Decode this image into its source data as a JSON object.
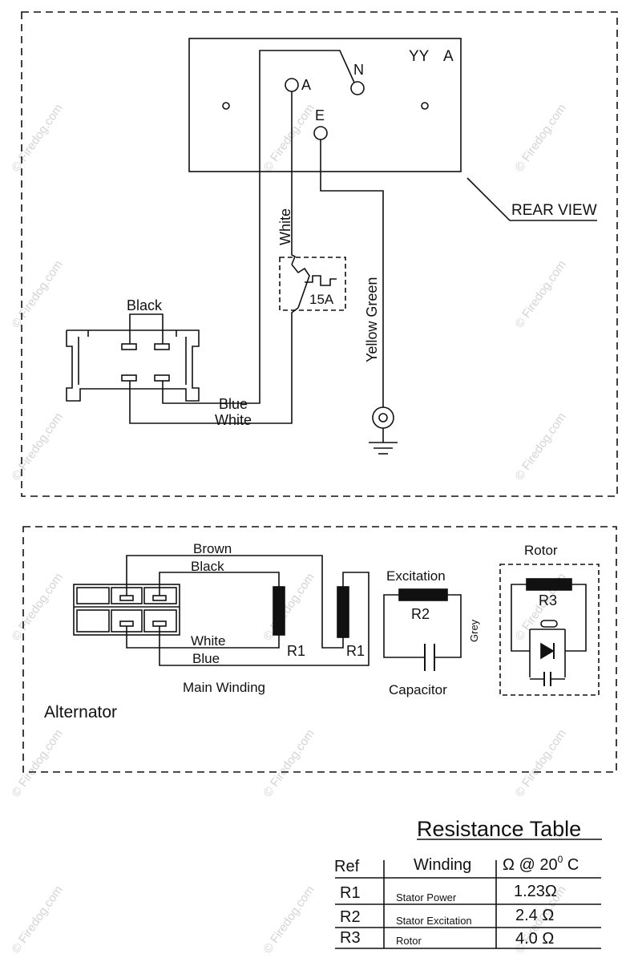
{
  "watermark": "© Firedog.com",
  "rear_view": {
    "title": "REAR VIEW",
    "yy": "YY",
    "a_top": "A",
    "terminal_n": "N",
    "terminal_a": "A",
    "terminal_e": "E",
    "wire_white": "White",
    "breaker": "15A",
    "wire_yellow_green": "Yellow Green",
    "wire_black": "Black",
    "wire_blue": "Blue",
    "wire_white_bottom": "White"
  },
  "alternator": {
    "title": "Alternator",
    "wire_brown": "Brown",
    "wire_black": "Black",
    "wire_white": "White",
    "wire_blue": "Blue",
    "main_winding": "Main Winding",
    "r1_left": "R1",
    "r1_right": "R1",
    "excitation": "Excitation",
    "r2": "R2",
    "grey": "Grey",
    "capacitor": "Capacitor",
    "rotor": "Rotor",
    "r3": "R3"
  },
  "resistance_table": {
    "title": "Resistance Table",
    "headers": {
      "ref": "Ref",
      "winding": "Winding",
      "ohm_prefix": "Ω @ 20",
      "ohm_sup": "0",
      "ohm_suffix": " C"
    },
    "rows": [
      {
        "ref": "R1",
        "winding": "Stator Power",
        "value": "1.23Ω"
      },
      {
        "ref": "R2",
        "winding": "Stator Excitation",
        "value": "2.4  Ω"
      },
      {
        "ref": "R3",
        "winding": "Rotor",
        "value": "4.0  Ω"
      }
    ]
  },
  "colors": {
    "line": "#111111",
    "watermark": "#d4d4d4",
    "background": "#ffffff"
  }
}
